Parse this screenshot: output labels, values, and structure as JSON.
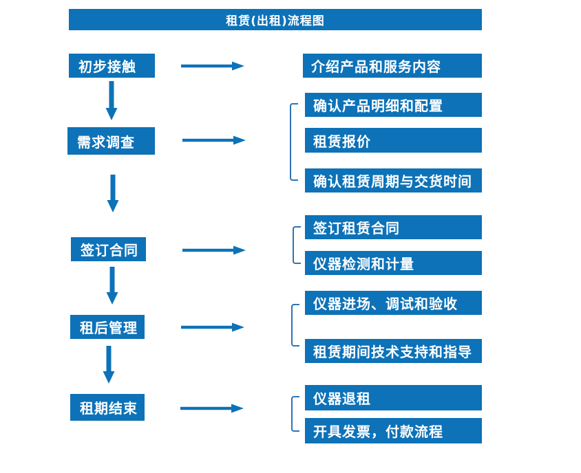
{
  "title": "租赁(出租)流程图",
  "colors": {
    "accent": "#0d72b8",
    "bracket_line": "#2e74b5",
    "box_text": "#ffffff",
    "background": "#ffffff"
  },
  "flow": {
    "steps": [
      {
        "label": "初步接触",
        "outputs": [
          "介绍产品和服务内容"
        ]
      },
      {
        "label": "需求调查",
        "outputs": [
          "确认产品明细和配置",
          "租赁报价",
          "确认租赁周期与交货时间"
        ]
      },
      {
        "label": "签订合同",
        "outputs": [
          "签订租赁合同",
          "仪器检测和计量"
        ]
      },
      {
        "label": "租后管理",
        "outputs": [
          "仪器进场、调试和验收",
          "租赁期间技术支持和指导"
        ]
      },
      {
        "label": "租期结束",
        "outputs": [
          "仪器退租",
          "开具发票，付款流程"
        ]
      }
    ]
  }
}
